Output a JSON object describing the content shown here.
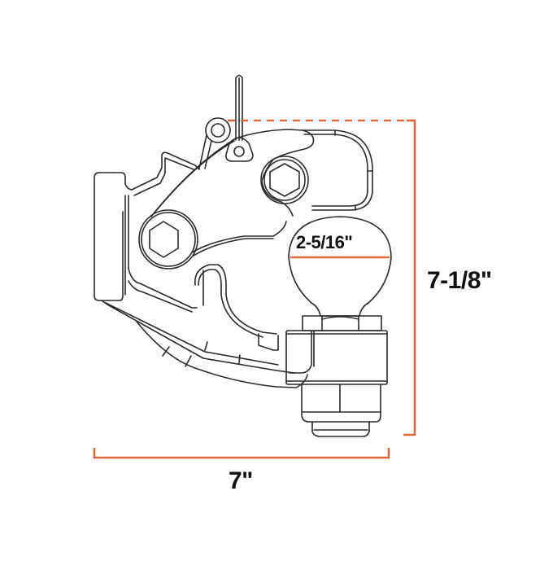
{
  "diagram": {
    "subject": "pintle hook and ball combination",
    "view": "side elevation line drawing",
    "colors": {
      "background": "#ffffff",
      "line": "#2a2a2a",
      "dimension": "#e0683a",
      "text": "#111111"
    },
    "dimensions": {
      "ball_diameter": {
        "label": "2-5/16\"",
        "orientation": "horizontal",
        "location": "across ball"
      },
      "overall_height": {
        "label": "7-1/8\"",
        "orientation": "vertical",
        "location": "right side"
      },
      "overall_width": {
        "label": "7\"",
        "orientation": "horizontal",
        "location": "bottom"
      }
    },
    "parts": [
      "mounting plate",
      "pintle hook body",
      "latch with pivot bolt",
      "latch lock bolt",
      "safety pin",
      "hitch ball",
      "ball shank nut",
      "ball mount block",
      "lower nut and washer"
    ]
  }
}
